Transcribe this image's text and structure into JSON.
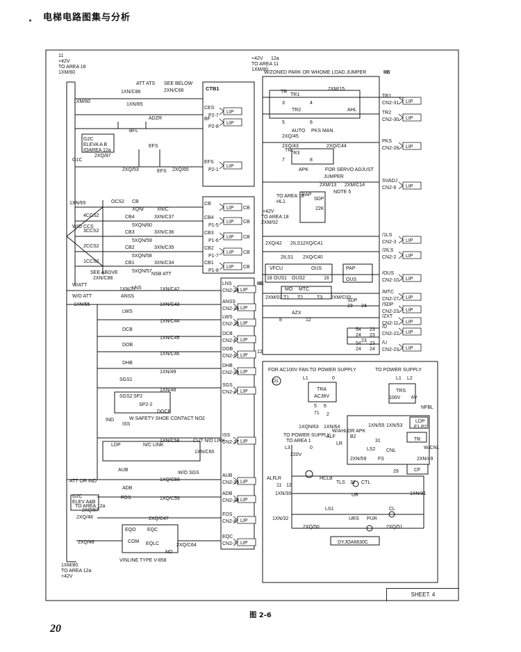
{
  "header": {
    "title": "电梯电路图集与分析"
  },
  "figure": {
    "caption": "图 2-6",
    "page_number": "20",
    "sheet": "SHEET. 4"
  },
  "left_section": {
    "top_supply": [
      "11",
      "+42V",
      "TO AREA 18",
      "1XM/60"
    ],
    "bottom_supply": [
      "1XM/80",
      "TO AREA 12a",
      "+42V"
    ],
    "labels": [
      "ATT ATS",
      "1XN/C86",
      "SEE BELOW",
      "2XN/C66",
      "1XN/65",
      "1XM/60",
      "ADZR",
      "BFL",
      "G2C",
      "ELEVA A B",
      "IOAREA 12a",
      "2XQ/87",
      "G1C",
      "EFS",
      "2XQ/53",
      "EFS",
      "2XQ/65",
      "1XN/65",
      "OCS2",
      "CB",
      "XQN/",
      "XN/C",
      "4CCS2",
      "CB4",
      "3XN/C37",
      "5XQN/60",
      "3CCS2",
      "CB3",
      "3XN/C36",
      "5XQN/59",
      "2CCS2",
      "CB2",
      "3XN/C35",
      "5XQN/58",
      "1CCS2",
      "CB1",
      "3XN/C34",
      "5XQN/57",
      "W/O CCS",
      "SEE ABOVE",
      "2XN/C88",
      "NSB ATT",
      "W/ATT",
      "1XN/27",
      "LNS",
      "1XN/C42",
      "W/O ATT",
      "ANSS",
      "1XN/55",
      "1XN/C43",
      "LWS",
      "1XN/C44",
      "DCB",
      "1XN/C45",
      "DOB",
      "1XN/C46",
      "DHB",
      "1XN/49",
      "SGS1",
      "1XN/48",
      "SGS2",
      "SP2",
      "SP2-2",
      "DOCB",
      "W SAFETY SHOE CONTACT NO2",
      "IND",
      "ISS",
      "LDP",
      "N/C LINK",
      "1XN/C58",
      "CUT N/O LINK",
      "1XN/C60",
      "W/O SGS",
      "AUB",
      "1XQ/C58",
      "ATT OR IND",
      "ADB",
      "1XQ/C59",
      "G2C",
      "ELEV A&B",
      "TO AREA 12a",
      "2XQ/87",
      "FOS",
      "2XQ/48",
      "2XQ/C47",
      "EQO",
      "EQC",
      "COM",
      "EQLC",
      "NO",
      "VINLINE TYPE V-858",
      "2XQ/48",
      "2XQ/C64"
    ]
  },
  "ctb": {
    "title": "CTB1",
    "rows": [
      {
        "left": "CES",
        "pin": "P2-7",
        "tag": "LIP"
      },
      {
        "left": "BF",
        "pin": "P2-8",
        "tag": "LIP"
      },
      {
        "left": "EFS",
        "pin": "P2-1",
        "tag": "LIP"
      },
      {
        "left": "CB",
        "pin": "",
        "tag": "LIP",
        "right": "CB"
      },
      {
        "left": "CB4",
        "pin": "P1-5",
        "tag": "LIP",
        "right": "CB"
      },
      {
        "left": "CB3",
        "pin": "P1-6",
        "tag": "LIP",
        "right": "CB"
      },
      {
        "left": "CB2",
        "pin": "P1-7",
        "tag": "LIP",
        "right": "CB"
      },
      {
        "left": "CB1",
        "pin": "P1-8",
        "tag": "LIP",
        "right": "CB"
      }
    ]
  },
  "iib_left": {
    "title": "IIB",
    "rows": [
      {
        "left": "LNS",
        "pin": "CN2-24",
        "tag": "LIP"
      },
      {
        "left": "ANSS",
        "pin": "CN2-26",
        "tag": "LIP"
      },
      {
        "left": "LWS",
        "pin": "CN2-25",
        "tag": "LIP"
      },
      {
        "left": "DCB",
        "pin": "CN2-6",
        "tag": "LIP"
      },
      {
        "left": "DOB",
        "pin": "CN2-5",
        "tag": "LIP"
      },
      {
        "left": "DHB",
        "pin": "CN2-33",
        "tag": "LIP"
      },
      {
        "left": "SGS",
        "pin": "CN2-4",
        "tag": "LIP"
      },
      {
        "left": "ISS",
        "pin": "CN2-27",
        "tag": "LIP"
      },
      {
        "left": "AUB",
        "pin": "CN2-35",
        "tag": "LIP"
      },
      {
        "left": "ADB",
        "pin": "CN2-34",
        "tag": "LIP"
      },
      {
        "left": "FOS",
        "pin": "CN2-8",
        "tag": "LIP"
      },
      {
        "left": "EQC",
        "pin": "CN2-7",
        "tag": "LIP"
      }
    ],
    "bus_number": "12"
  },
  "right_section": {
    "top_supply": [
      "+42V",
      "12a",
      "TO AREA 11",
      "1XM/80"
    ],
    "zone_title": "W/ZONED PARK OR WHOME LOAD JUMPER",
    "title": "IIB",
    "labels": [
      "TR",
      "TR1",
      "2XM/15",
      "3",
      "4",
      "TR2",
      "5",
      "6",
      "AHL",
      "AUTO",
      "PKS MAN",
      "2XQ/45",
      "2XQ/43",
      "2XQ/C44",
      "TR",
      "TR3",
      "7",
      "8",
      "APK",
      "FOR SERVO ADJUST",
      "JUMPER",
      "2XM/13",
      "2XM/C14",
      "NOTE 5",
      "TO AREA 18",
      "HL1",
      "RAP",
      "SDP",
      "+42V",
      "TO AREA 18",
      "2XM/02",
      "22K",
      "2XQ/42",
      "2ILS1",
      "2XQ/C41",
      "2ILS1",
      "2XQ/C40",
      "VFCU",
      "OUS",
      "OUS1",
      "OUS2",
      "18",
      "16",
      "PAP",
      "OUS",
      "MO",
      "MTC",
      "2XM/02",
      "T1",
      "T2",
      "T3",
      "2XM/C03",
      "SDP",
      "23",
      "24",
      "AZX",
      "8",
      "12",
      "54",
      "23",
      "24",
      "23",
      "54",
      "24",
      "23",
      "24",
      "23"
    ],
    "rows": [
      {
        "left": "TR1",
        "pin": "CN2-31",
        "tag": "LIP"
      },
      {
        "left": "TR2",
        "pin": "CN2-30",
        "tag": "LIP"
      },
      {
        "left": "PKS",
        "pin": "CN2-28",
        "tag": "LIP"
      },
      {
        "left": "SVADJ",
        "pin": "CN2-9",
        "tag": "LIP"
      },
      {
        "left": "/1LS",
        "pin": "CN2-3",
        "tag": "LIP"
      },
      {
        "left": "/2ILS",
        "pin": "CN2-2",
        "tag": "LIP"
      },
      {
        "left": "/OUS",
        "pin": "CN2-10",
        "tag": "LIP"
      },
      {
        "left": "/MTC",
        "pin": "CN2-27",
        "tag": "LIP"
      },
      {
        "left": "/SDP",
        "pin": "CN2-23",
        "tag": "LIP"
      },
      {
        "left": "/ZXT",
        "pin": "CN2-11",
        "tag": "LIP"
      },
      {
        "left": "/D",
        "pin": "CN2-22",
        "tag": "LIP"
      },
      {
        "left": "/U",
        "pin": "CN2-23",
        "tag": "LIP"
      }
    ]
  },
  "power_section": {
    "title": "FOR AC100V FAN TO POWER SUPPLY",
    "power_supply": "TO POWER SUPPLY",
    "labels": [
      "D1",
      "L1",
      "0",
      "TRA",
      "AC36V",
      "5",
      "6",
      "71",
      "2",
      "1XQN/63",
      "1XN/64",
      "L1",
      "L2",
      "TRS",
      "100V",
      "6V",
      "NFBL",
      "1XN/53",
      "1XN/55",
      "LDP",
      "F1 P2",
      "TO POWER SUPPLY",
      "TO AREA 1",
      "L3",
      "0",
      "ALF",
      "W/AHLOR APK",
      "B2",
      "LR",
      "TR",
      "31",
      "W/CNL",
      "LS2",
      "CNL",
      "2XN/59",
      "FS",
      "2XN/49",
      "29",
      "CF",
      "220V",
      "ALF",
      "LR",
      "11",
      "12",
      "HCLB",
      "TLS",
      "32",
      "CTL",
      "1XN/30",
      "1XN/31",
      "UR",
      "LS1",
      "CL",
      "1XN/32",
      "2XQ/50",
      "URS",
      "PUR",
      "2XQ/51",
      "DYJOA6630C"
    ]
  }
}
